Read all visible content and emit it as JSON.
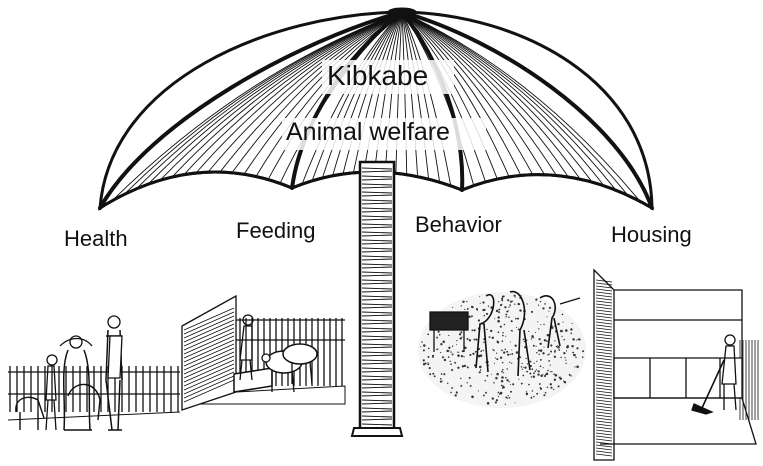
{
  "title": "Kibkabe",
  "subtitle": "Animal welfare",
  "pillars": [
    {
      "label": "Health"
    },
    {
      "label": "Feeding"
    },
    {
      "label": "Behavior"
    },
    {
      "label": "Housing"
    }
  ],
  "colors": {
    "ink": "#111111",
    "background": "#ffffff"
  }
}
